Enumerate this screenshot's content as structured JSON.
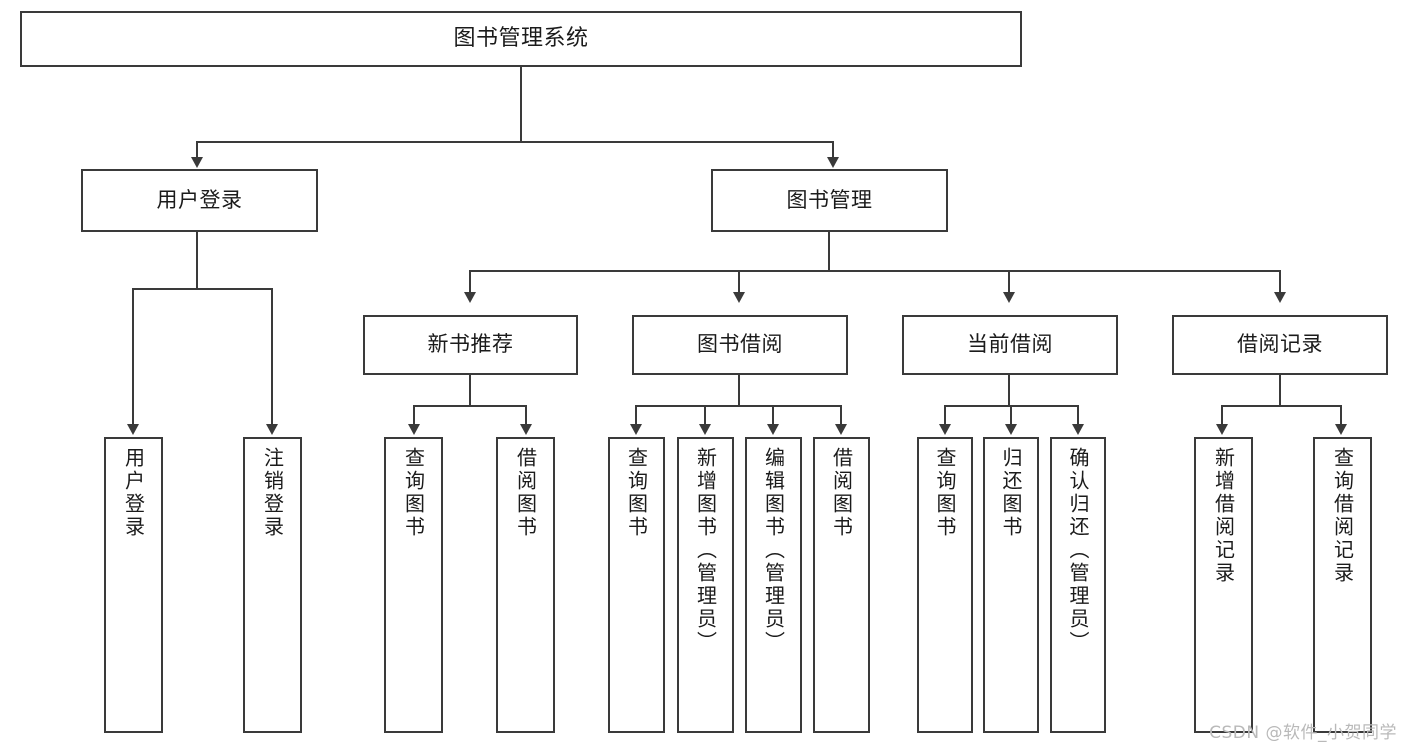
{
  "diagram": {
    "type": "tree-hierarchy",
    "title": "图书管理系统",
    "watermark": "CSDN @软件_小贺同学",
    "colors": {
      "stroke": "#3a3a3a",
      "fill": "#ffffff",
      "text": "#1b1b1b",
      "watermark": "#b9b9b9"
    },
    "levels": [
      {
        "level": 1,
        "labels": [
          "图书管理系统"
        ]
      },
      {
        "level": 2,
        "labels": [
          "用户登录",
          "图书管理"
        ]
      },
      {
        "level": 3,
        "labels": [
          "新书推荐",
          "图书借阅",
          "当前借阅",
          "借阅记录"
        ]
      },
      {
        "level": 4,
        "labels": [
          "用户登录",
          "注销登录",
          "查询图书",
          "借阅图书",
          "查询图书",
          "新增图书（管理员）",
          "编辑图书（管理员）",
          "借阅图书",
          "查询图书",
          "归还图书",
          "确认归还（管理员）",
          "新增借阅记录",
          "查询借阅记录"
        ]
      }
    ],
    "nodes": {
      "root": {
        "label": "图书管理系统"
      },
      "user_login": {
        "label": "用户登录"
      },
      "book_manage": {
        "label": "图书管理"
      },
      "new_book_rec": {
        "label": "新书推荐"
      },
      "book_borrow": {
        "label": "图书借阅"
      },
      "current_borrow": {
        "label": "当前借阅"
      },
      "borrow_record": {
        "label": "借阅记录"
      },
      "leaf_user_login": {
        "label": "用户登录"
      },
      "leaf_user_logout": {
        "label": "注销登录"
      },
      "leaf_rec_query": {
        "label": "查询图书"
      },
      "leaf_rec_borrow": {
        "label": "借阅图书"
      },
      "leaf_borrow_query": {
        "label": "查询图书"
      },
      "leaf_borrow_add": {
        "label": "新增图书（管理员）"
      },
      "leaf_borrow_edit": {
        "label": "编辑图书（管理员）"
      },
      "leaf_borrow_borrow": {
        "label": "借阅图书"
      },
      "leaf_cur_query": {
        "label": "查询图书"
      },
      "leaf_cur_return": {
        "label": "归还图书"
      },
      "leaf_cur_confirm": {
        "label": "确认归还（管理员）"
      },
      "leaf_rec_add": {
        "label": "新增借阅记录"
      },
      "leaf_rec_search": {
        "label": "查询借阅记录"
      }
    },
    "edges": [
      {
        "from": "图书管理系统",
        "to": "用户登录"
      },
      {
        "from": "图书管理系统",
        "to": "图书管理"
      },
      {
        "from": "用户登录",
        "to": "用户登录"
      },
      {
        "from": "用户登录",
        "to": "注销登录"
      },
      {
        "from": "图书管理",
        "to": "新书推荐"
      },
      {
        "from": "图书管理",
        "to": "图书借阅"
      },
      {
        "from": "图书管理",
        "to": "当前借阅"
      },
      {
        "from": "图书管理",
        "to": "借阅记录"
      },
      {
        "from": "新书推荐",
        "to": "查询图书"
      },
      {
        "from": "新书推荐",
        "to": "借阅图书"
      },
      {
        "from": "图书借阅",
        "to": "查询图书"
      },
      {
        "from": "图书借阅",
        "to": "新增图书（管理员）"
      },
      {
        "from": "图书借阅",
        "to": "编辑图书（管理员）"
      },
      {
        "from": "图书借阅",
        "to": "借阅图书"
      },
      {
        "from": "当前借阅",
        "to": "查询图书"
      },
      {
        "from": "当前借阅",
        "to": "归还图书"
      },
      {
        "from": "当前借阅",
        "to": "确认归还（管理员）"
      },
      {
        "from": "借阅记录",
        "to": "新增借阅记录"
      },
      {
        "from": "借阅记录",
        "to": "查询借阅记录"
      }
    ]
  }
}
